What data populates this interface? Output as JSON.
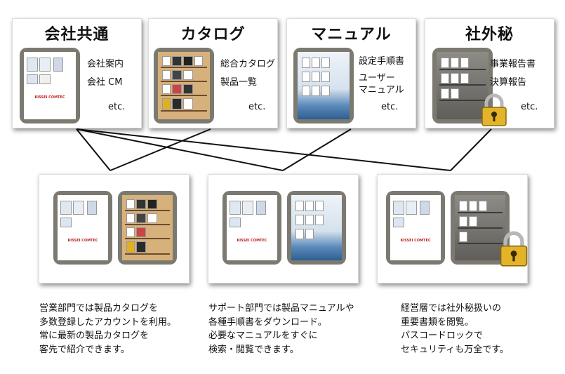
{
  "categories": [
    {
      "title": "会社共通",
      "items": [
        "会社案内",
        "会社 CM"
      ],
      "etc": "etc."
    },
    {
      "title": "カタログ",
      "items": [
        "総合カタログ",
        "製品一覧"
      ],
      "etc": "etc."
    },
    {
      "title": "マニュアル",
      "items": [
        "設定手順書",
        "ユーザー",
        "マニュアル"
      ],
      "etc": "etc."
    },
    {
      "title": "社外秘",
      "items": [
        "事業報告書",
        "決算報告"
      ],
      "etc": "etc."
    }
  ],
  "logo_text": "KISSEI COMTEC",
  "captions": [
    [
      "営業部門では製品カタログを",
      "多数登録したアカウントを利用。",
      "常に最新の製品カタログを",
      "客先で紹介できます。"
    ],
    [
      "サポート部門では製品マニュアルや",
      "各種手順書をダウンロード。",
      "必要なマニュアルをすぐに",
      "検索・閲覧できます。"
    ],
    [
      "経営層では社外秘扱いの",
      "重要書類を閲覧。",
      "パスコードロックで",
      "セキュリティも万全です。"
    ]
  ],
  "icons": {
    "lock": "padlock-icon"
  }
}
